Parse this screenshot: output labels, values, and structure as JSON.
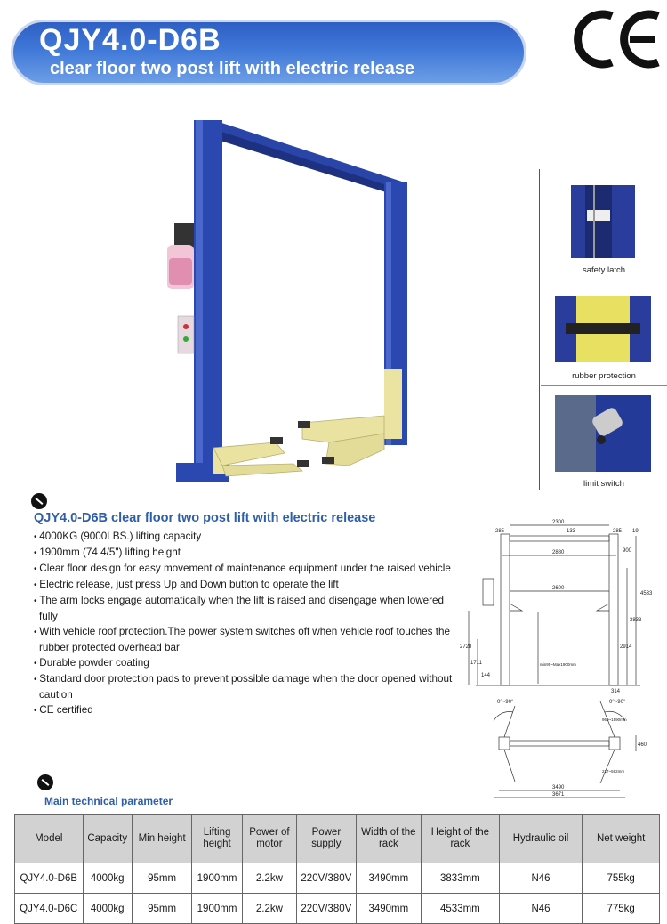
{
  "header": {
    "title": "QJY4.0-D6B",
    "subtitle": "clear floor two post lift with electric release",
    "cert_mark": "CE"
  },
  "details": [
    {
      "caption": "safety latch",
      "icon": "safety-latch-photo"
    },
    {
      "caption": "rubber protection",
      "icon": "rubber-protection-photo"
    },
    {
      "caption": "limit switch",
      "icon": "limit-switch-photo"
    }
  ],
  "features": {
    "title": "QJY4.0-D6B clear floor two post lift with electric release",
    "items": [
      "4000KG (9000LBS.) lifting capacity",
      "1900mm (74  4/5\") lifting height",
      "Clear floor design for easy movement of maintenance equipment under the raised vehicle",
      "Electric release, just press Up and Down button to operate the lift",
      "The arm locks engage automatically when the lift is raised and disengage when lowered fully",
      "With vehicle roof protection.The power system switches off when vehicle roof touches the rubber protected overhead bar",
      "Durable powder coating",
      "Standard door protection pads to prevent possible damage when the door opened without caution",
      "CE certified"
    ]
  },
  "drawing": {
    "dims": [
      "2300",
      "2880",
      "2600",
      "285",
      "133",
      "285",
      "19",
      "900",
      "3833",
      "4533",
      "2914",
      "2728",
      "1711",
      "min95~Max1900mm",
      "144",
      "314",
      "0°~90°",
      "0°~90°",
      "460",
      "3490",
      "3671",
      "960~1590mm",
      "217~592mm"
    ]
  },
  "params": {
    "title": "Main technical parameter",
    "headers": [
      "Model",
      "Capacity",
      "Min height",
      "Lifting height",
      "Power of motor",
      "Power supply",
      "Width of the rack",
      "Height of the rack",
      "Hydraulic oil",
      "Net weight"
    ],
    "rows": [
      [
        "QJY4.0-D6B",
        "4000kg",
        "95mm",
        "1900mm",
        "2.2kw",
        "220V/380V",
        "3490mm",
        "3833mm",
        "N46",
        "755kg"
      ],
      [
        "QJY4.0-D6C",
        "4000kg",
        "95mm",
        "1900mm",
        "2.2kw",
        "220V/380V",
        "3490mm",
        "4533mm",
        "N46",
        "775kg"
      ]
    ]
  },
  "colors": {
    "accent": "#2e5ea8",
    "banner": "#3f78d8",
    "lift_blue": "#2a45a8",
    "arm_yellow": "#e9e2a0"
  }
}
